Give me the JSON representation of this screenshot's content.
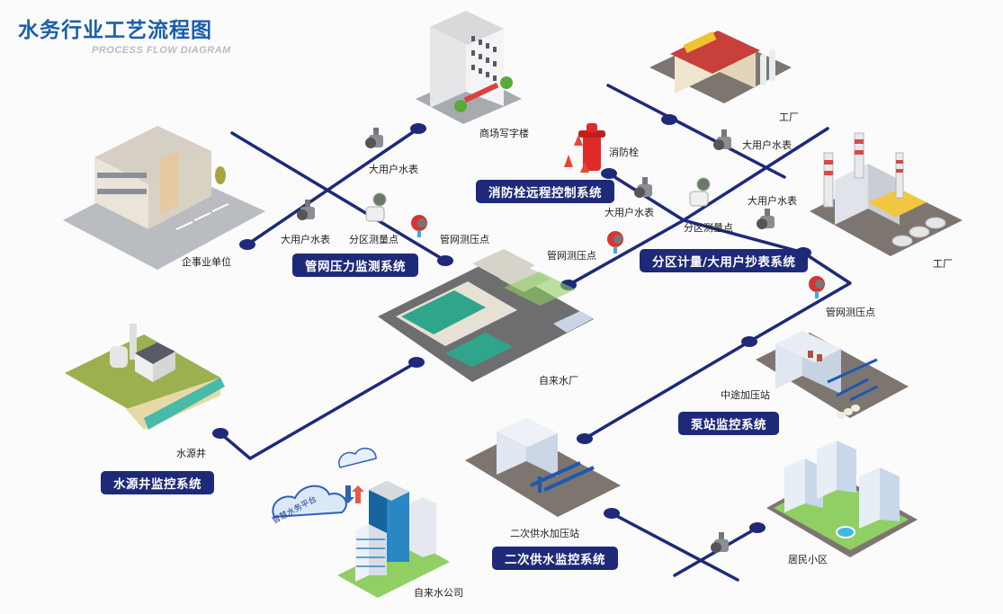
{
  "header": {
    "title": "水务行业工艺流程图",
    "subtitle": "PROCESS FLOW DIAGRAM"
  },
  "colors": {
    "title": "#1a5ea8",
    "pipe": "#1e2a78",
    "system_badge_bg": "#1e2a78",
    "system_badge_text": "#ffffff"
  },
  "systems": {
    "pressure_monitoring": "管网压力监测系统",
    "hydrant_control": "消防栓远程控制系统",
    "zone_metering": "分区计量/大用户抄表系统",
    "well_monitoring": "水源井监控系统",
    "pump_station": "泵站监控系统",
    "secondary_supply": "二次供水监控系统"
  },
  "sites": {
    "enterprise": "企事业单位",
    "office_mall": "商场写字楼",
    "factory_top": "工厂",
    "factory_right": "工厂",
    "hydrant": "消防栓",
    "waterworks": "自来水厂",
    "water_well": "水源井",
    "booster_mid": "中途加压站",
    "secondary_booster": "二次供水加压站",
    "water_company": "自来水公司",
    "residential": "居民小区",
    "cloud_platform": "智慧水务平台"
  },
  "devices": {
    "meter_1": "大用户水表",
    "meter_2": "大用户水表",
    "flow_1": "分区测量点",
    "pressure_1": "管网测压点",
    "meter_3": "大用户水表",
    "meter_4": "大用户水表",
    "flow_2": "分区测量点",
    "pressure_2": "管网测压点",
    "meter_5": "大用户水表",
    "pressure_3": "管网测压点"
  }
}
